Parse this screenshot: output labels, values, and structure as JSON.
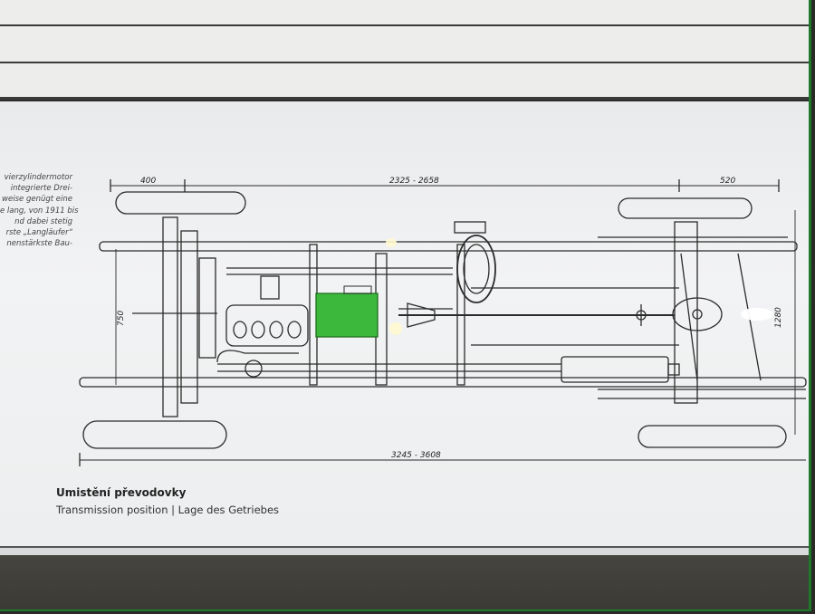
{
  "side_text": [
    "vierzylindermotor",
    "integrierte Drei-",
    "weise genügt eine",
    "e lang, von 1911 bis",
    "nd dabei stetig",
    "rste „Langläufer“",
    "nenstärkste Bau-"
  ],
  "dimensions": {
    "front_overhang": "400",
    "wheelbase": "2325 - 2658",
    "rear_track_offset": "520",
    "front_track": "750",
    "rear_track": "1280",
    "overall_length": "3245 - 3608"
  },
  "caption": {
    "title": "Umistění převodovky",
    "subtitle": "Transmission position | Lage des Getriebes"
  },
  "colors": {
    "highlight": "#3cb83c",
    "frame_border": "#1d7a2a",
    "line": "#2b2b2b"
  }
}
